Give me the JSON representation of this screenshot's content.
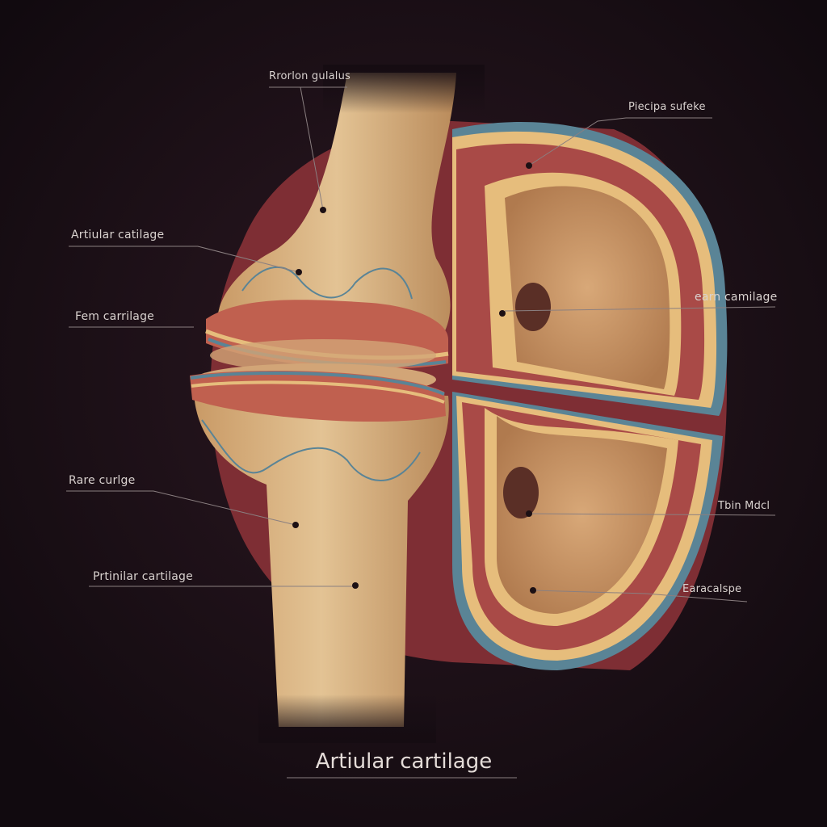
{
  "labels": {
    "top": "Rrorlon gulalus",
    "top_right": "Piecipa sufeke",
    "upper_left": "Artiular catilage",
    "mid_left": "Fem carrilage",
    "mid_right": "earn camilage",
    "lower_left": "Rare curlge",
    "bottom_left": "Prtinilar cartilage",
    "lower_right": "Tbin Mdcl",
    "bottom_right": "Earacalspe"
  },
  "title": "Artiular cartilage",
  "colors": {
    "background": "#150c12",
    "muscle": "#8a3438",
    "bone": "#d9b483",
    "cartilage_red": "#c0604f",
    "cartilage_yellow": "#e6bd7c",
    "membrane_blue": "#5a8496",
    "label_text": "#d9d2cf"
  }
}
